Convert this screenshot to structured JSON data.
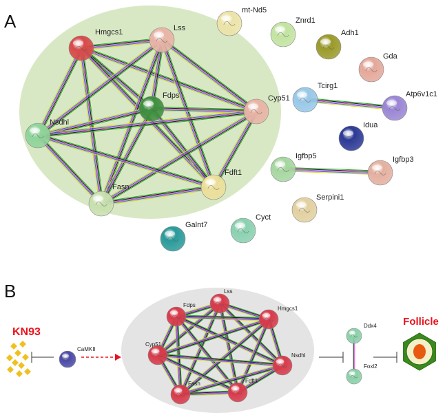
{
  "panel_a": {
    "letter": "A",
    "nodes": [
      {
        "id": "Hmgcs1",
        "label": "Hmgcs1",
        "color": "#d84a4a",
        "cluster": true
      },
      {
        "id": "Lss",
        "label": "Lss",
        "color": "#e8b4a6",
        "cluster": true
      },
      {
        "id": "Fdps",
        "label": "Fdps",
        "color": "#3f8f3f",
        "cluster": true
      },
      {
        "id": "Cyp51",
        "label": "Cyp51",
        "color": "#e8b4a6",
        "cluster": true
      },
      {
        "id": "Nsdhl",
        "label": "Nsdhl",
        "color": "#8fd49a",
        "cluster": true
      },
      {
        "id": "Fasn",
        "label": "Fasn",
        "color": "#c8e0ae",
        "cluster": true
      },
      {
        "id": "Fdft1",
        "label": "Fdft1",
        "color": "#ecdf9a",
        "cluster": true
      },
      {
        "id": "mt-Nd5",
        "label": "mt-Nd5",
        "color": "#ece3a8"
      },
      {
        "id": "Znrd1",
        "label": "Znrd1",
        "color": "#c2e3a0"
      },
      {
        "id": "Adh1",
        "label": "Adh1",
        "color": "#9a9a2a"
      },
      {
        "id": "Gda",
        "label": "Gda",
        "color": "#e4a89a"
      },
      {
        "id": "Tcirg1",
        "label": "Tcirg1",
        "color": "#98c8e8"
      },
      {
        "id": "Atp6v1c1",
        "label": "Atp6v1c1",
        "color": "#9a86d4"
      },
      {
        "id": "Idua",
        "label": "Idua",
        "color": "#2c3a96"
      },
      {
        "id": "Igfbp5",
        "label": "Igfbp5",
        "color": "#a6d6a0"
      },
      {
        "id": "Igfbp3",
        "label": "Igfbp3",
        "color": "#e4b0a0"
      },
      {
        "id": "Serpini1",
        "label": "Serpini1",
        "color": "#e2d0a0"
      },
      {
        "id": "Cyct",
        "label": "Cyct",
        "color": "#8ad0b0"
      },
      {
        "id": "Galnt7",
        "label": "Galnt7",
        "color": "#2a9a9a"
      }
    ],
    "edges": [
      [
        "Hmgcs1",
        "Lss"
      ],
      [
        "Hmgcs1",
        "Fdps"
      ],
      [
        "Hmgcs1",
        "Cyp51"
      ],
      [
        "Hmgcs1",
        "Nsdhl"
      ],
      [
        "Hmgcs1",
        "Fasn"
      ],
      [
        "Hmgcs1",
        "Fdft1"
      ],
      [
        "Lss",
        "Fdps"
      ],
      [
        "Lss",
        "Cyp51"
      ],
      [
        "Lss",
        "Nsdhl"
      ],
      [
        "Lss",
        "Fasn"
      ],
      [
        "Lss",
        "Fdft1"
      ],
      [
        "Fdps",
        "Cyp51"
      ],
      [
        "Fdps",
        "Nsdhl"
      ],
      [
        "Fdps",
        "Fasn"
      ],
      [
        "Fdps",
        "Fdft1"
      ],
      [
        "Cyp51",
        "Nsdhl"
      ],
      [
        "Cyp51",
        "Fasn"
      ],
      [
        "Cyp51",
        "Fdft1"
      ],
      [
        "Nsdhl",
        "Fasn"
      ],
      [
        "Nsdhl",
        "Fdft1"
      ],
      [
        "Fasn",
        "Fdft1"
      ],
      [
        "Tcirg1",
        "Atp6v1c1"
      ],
      [
        "Igfbp5",
        "Igfbp3"
      ]
    ]
  },
  "panel_b": {
    "letter": "B",
    "inhibitor_label": "KN93",
    "inhibitor_color": "#e8141e",
    "kinase": {
      "id": "CaMKII",
      "label": "CaMKII",
      "color": "#4a4aa8"
    },
    "nodes": [
      {
        "id": "Lss",
        "label": "Lss"
      },
      {
        "id": "Fdps",
        "label": "Fdps"
      },
      {
        "id": "Hmgcs1",
        "label": "Hmgcs1"
      },
      {
        "id": "Cyp51",
        "label": "Cyp51"
      },
      {
        "id": "Nsdhl",
        "label": "Nsdhl"
      },
      {
        "id": "Fasn",
        "label": "Fasn"
      },
      {
        "id": "Fdft1",
        "label": "Fdft1"
      }
    ],
    "node_color": "#d83a4a",
    "edges": [
      [
        "Lss",
        "Fdps"
      ],
      [
        "Lss",
        "Hmgcs1"
      ],
      [
        "Lss",
        "Cyp51"
      ],
      [
        "Lss",
        "Nsdhl"
      ],
      [
        "Lss",
        "Fasn"
      ],
      [
        "Lss",
        "Fdft1"
      ],
      [
        "Fdps",
        "Hmgcs1"
      ],
      [
        "Fdps",
        "Cyp51"
      ],
      [
        "Fdps",
        "Nsdhl"
      ],
      [
        "Fdps",
        "Fasn"
      ],
      [
        "Fdps",
        "Fdft1"
      ],
      [
        "Hmgcs1",
        "Cyp51"
      ],
      [
        "Hmgcs1",
        "Nsdhl"
      ],
      [
        "Hmgcs1",
        "Fasn"
      ],
      [
        "Hmgcs1",
        "Fdft1"
      ],
      [
        "Cyp51",
        "Nsdhl"
      ],
      [
        "Cyp51",
        "Fasn"
      ],
      [
        "Cyp51",
        "Fdft1"
      ],
      [
        "Nsdhl",
        "Fasn"
      ],
      [
        "Nsdhl",
        "Fdft1"
      ],
      [
        "Fasn",
        "Fdft1"
      ]
    ],
    "side_nodes": [
      {
        "id": "Ddx4",
        "label": "Ddx4",
        "color": "#8ad0a8"
      },
      {
        "id": "Foxl2",
        "label": "Foxl2",
        "color": "#8ad0a8"
      }
    ],
    "target_label": "Follicle",
    "target_color": "#e8141e",
    "follicle_outer": "#3a8a1e",
    "follicle_inner": "#e85a10"
  },
  "edge_colors": [
    "#22aa22",
    "#1a1a1a",
    "#d040d0",
    "#3a6ad8",
    "#d8d820"
  ],
  "cluster_fill": "#d8e8c4",
  "cluster_fill_b": "#e4e4e4"
}
